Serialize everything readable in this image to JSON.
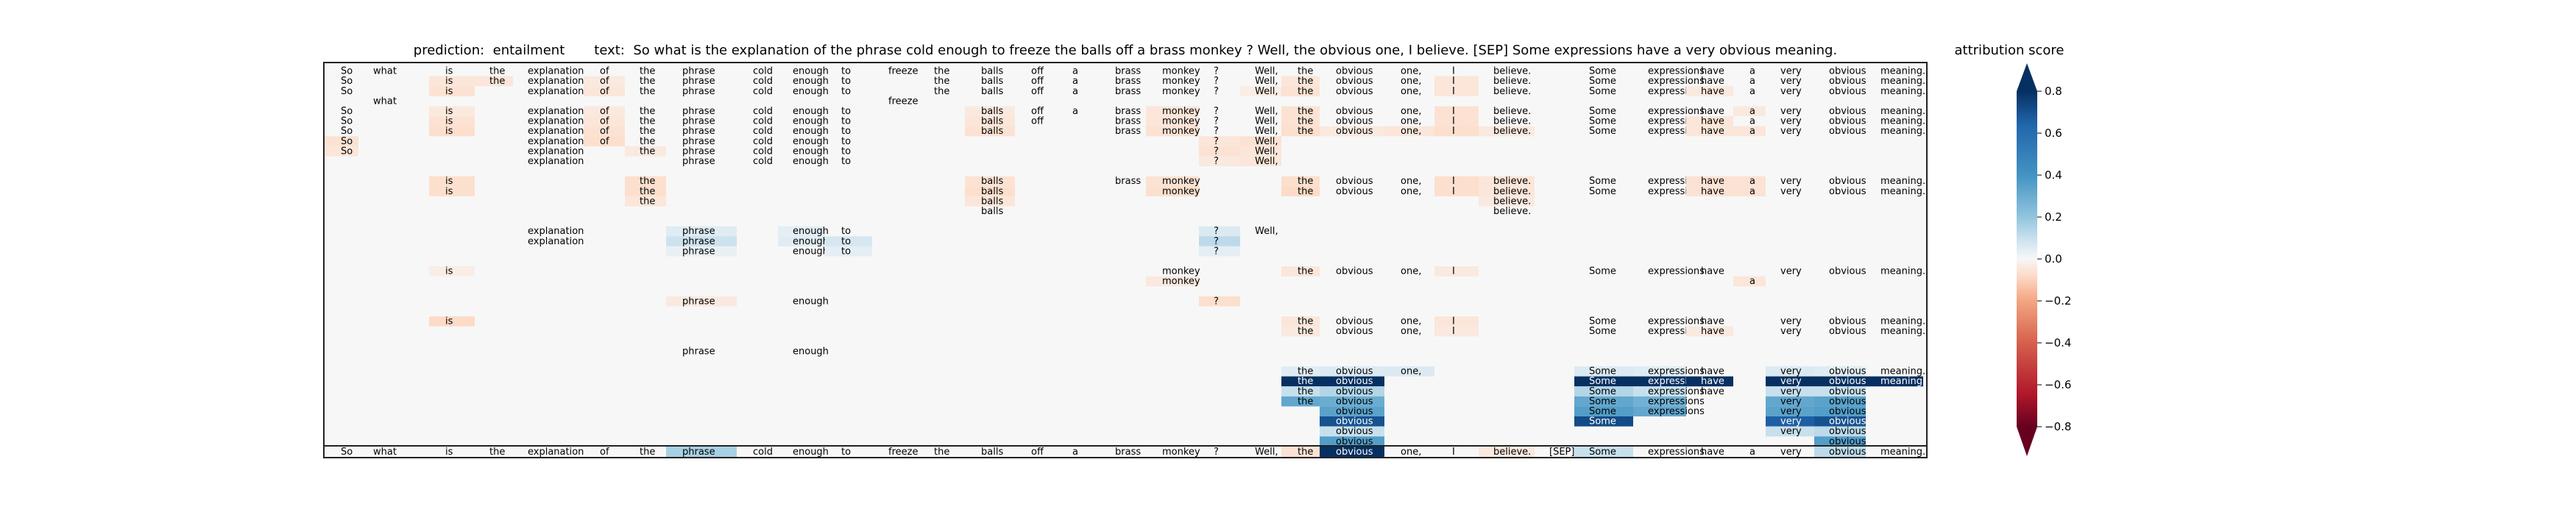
{
  "chart_data": {
    "type": "heatmap",
    "title_parts": {
      "prediction_label": "prediction:",
      "prediction_value": "entailment",
      "text_label": "text:",
      "text_value": "So what is the explanation of the phrase cold enough to freeze the balls off a brass monkey ? Well, the obvious one, I believe. [SEP] Some expressions have a very obvious meaning."
    },
    "tokens": [
      "So",
      "what",
      "is",
      "the",
      "explanation",
      "of",
      "the",
      "phrase",
      "cold",
      "enough",
      "to",
      "freeze",
      "the",
      "balls",
      "off",
      "a",
      "brass",
      "monkey",
      "?",
      "Well,",
      "the",
      "obvious",
      "one,",
      "I",
      "believe.",
      "[SEP]",
      "Some",
      "expressions",
      "have",
      "a",
      "very",
      "obvious",
      "meaning."
    ],
    "rows": [
      [
        0,
        1,
        2,
        3,
        4,
        5,
        6,
        7,
        8,
        9,
        10,
        11,
        12,
        13,
        14,
        15,
        16,
        17,
        18,
        19,
        20,
        21,
        22,
        23,
        24,
        26,
        27,
        28,
        29,
        30,
        31,
        32
      ],
      [
        0,
        2,
        3,
        4,
        5,
        6,
        7,
        8,
        9,
        10,
        12,
        13,
        14,
        15,
        16,
        17,
        18,
        19,
        20,
        21,
        22,
        23,
        24,
        26,
        27,
        28,
        29,
        30,
        31,
        32
      ],
      [
        0,
        2,
        4,
        5,
        6,
        7,
        8,
        9,
        10,
        12,
        13,
        14,
        15,
        16,
        17,
        18,
        19,
        20,
        21,
        22,
        23,
        24,
        26,
        27,
        28,
        29,
        30,
        31,
        32
      ],
      [
        1,
        11
      ],
      [
        0,
        2,
        4,
        5,
        6,
        7,
        8,
        9,
        10,
        13,
        14,
        15,
        16,
        17,
        18,
        19,
        20,
        21,
        22,
        23,
        24,
        26,
        27,
        28,
        29,
        30,
        31,
        32
      ],
      [
        0,
        2,
        4,
        5,
        6,
        7,
        8,
        9,
        10,
        13,
        14,
        16,
        17,
        18,
        19,
        20,
        21,
        22,
        23,
        24,
        26,
        27,
        28,
        29,
        30,
        31,
        32
      ],
      [
        0,
        2,
        4,
        5,
        6,
        7,
        8,
        9,
        10,
        13,
        16,
        17,
        18,
        19,
        20,
        21,
        22,
        23,
        24,
        26,
        27,
        28,
        29,
        30,
        31,
        32
      ],
      [
        0,
        4,
        5,
        6,
        7,
        8,
        9,
        10,
        18,
        19
      ],
      [
        0,
        4,
        6,
        7,
        8,
        9,
        10,
        18,
        19
      ],
      [
        4,
        7,
        8,
        9,
        10,
        18,
        19
      ],
      [],
      [
        2,
        6,
        13,
        16,
        17,
        20,
        21,
        22,
        23,
        24,
        26,
        27,
        28,
        29,
        30,
        31,
        32
      ],
      [
        2,
        6,
        13,
        17,
        20,
        21,
        22,
        23,
        24,
        26,
        27,
        28,
        29,
        30,
        31,
        32
      ],
      [
        6,
        13,
        24
      ],
      [
        13,
        24
      ],
      [],
      [
        4,
        7,
        9,
        10,
        18,
        19
      ],
      [
        4,
        7,
        9,
        10,
        18
      ],
      [
        7,
        9,
        10,
        18
      ],
      [],
      [
        2,
        17,
        20,
        21,
        22,
        23,
        26,
        27,
        28,
        30,
        31,
        32
      ],
      [
        17,
        29
      ],
      [],
      [
        7,
        9,
        18
      ],
      [],
      [
        2,
        20,
        21,
        22,
        23,
        26,
        27,
        28,
        30,
        31,
        32
      ],
      [
        20,
        21,
        22,
        23,
        26,
        27,
        28,
        30,
        31,
        32
      ],
      [],
      [
        7,
        9
      ],
      [],
      [
        20,
        21,
        22,
        26,
        27,
        28,
        30,
        31,
        32
      ],
      [
        20,
        21,
        26,
        27,
        28,
        30,
        31,
        32
      ],
      [
        20,
        21,
        26,
        27,
        28,
        30,
        31
      ],
      [
        20,
        21,
        26,
        27,
        30,
        31
      ],
      [
        21,
        26,
        27,
        30,
        31
      ],
      [
        21,
        26,
        30,
        31
      ],
      [
        21,
        30,
        31
      ],
      [
        21,
        31
      ],
      [],
      [
        0,
        1,
        2,
        3,
        4,
        5,
        6,
        7,
        8,
        9,
        10,
        11,
        12,
        13,
        14,
        15,
        16,
        17,
        18,
        19,
        20,
        21,
        22,
        23,
        24,
        25,
        26,
        27,
        28,
        29,
        30,
        31,
        32
      ]
    ],
    "cells": [
      [
        1,
        2,
        -0.05
      ],
      [
        1,
        3,
        -0.05
      ],
      [
        1,
        5,
        -0.04
      ],
      [
        1,
        20,
        -0.05
      ],
      [
        1,
        23,
        -0.05
      ],
      [
        2,
        2,
        -0.06
      ],
      [
        2,
        5,
        -0.05
      ],
      [
        2,
        19,
        -0.03
      ],
      [
        2,
        20,
        -0.06
      ],
      [
        2,
        23,
        -0.05
      ],
      [
        2,
        28,
        -0.04
      ],
      [
        4,
        2,
        -0.04
      ],
      [
        4,
        5,
        -0.04
      ],
      [
        4,
        13,
        -0.04
      ],
      [
        4,
        17,
        -0.05
      ],
      [
        4,
        20,
        -0.06
      ],
      [
        4,
        23,
        -0.06
      ],
      [
        4,
        29,
        -0.04
      ],
      [
        5,
        2,
        -0.06
      ],
      [
        5,
        5,
        -0.05
      ],
      [
        5,
        13,
        -0.05
      ],
      [
        5,
        17,
        -0.05
      ],
      [
        5,
        20,
        -0.06
      ],
      [
        5,
        23,
        -0.06
      ],
      [
        5,
        28,
        -0.05
      ],
      [
        6,
        2,
        -0.07
      ],
      [
        6,
        5,
        -0.06
      ],
      [
        6,
        13,
        -0.06
      ],
      [
        6,
        17,
        -0.06
      ],
      [
        6,
        20,
        -0.07
      ],
      [
        6,
        21,
        -0.04
      ],
      [
        6,
        22,
        -0.05
      ],
      [
        6,
        23,
        -0.07
      ],
      [
        6,
        24,
        -0.04
      ],
      [
        6,
        28,
        -0.05
      ],
      [
        6,
        29,
        -0.05
      ],
      [
        7,
        0,
        -0.06
      ],
      [
        7,
        5,
        -0.07
      ],
      [
        7,
        18,
        -0.05
      ],
      [
        7,
        19,
        -0.06
      ],
      [
        8,
        0,
        -0.05
      ],
      [
        8,
        6,
        -0.04
      ],
      [
        8,
        18,
        -0.06
      ],
      [
        8,
        19,
        -0.05
      ],
      [
        9,
        18,
        -0.04
      ],
      [
        9,
        19,
        -0.05
      ],
      [
        11,
        2,
        -0.07
      ],
      [
        11,
        6,
        -0.07
      ],
      [
        11,
        13,
        -0.06
      ],
      [
        11,
        17,
        -0.06
      ],
      [
        11,
        20,
        -0.07
      ],
      [
        11,
        23,
        -0.07
      ],
      [
        11,
        24,
        -0.05
      ],
      [
        11,
        28,
        -0.06
      ],
      [
        11,
        29,
        -0.06
      ],
      [
        12,
        2,
        -0.07
      ],
      [
        12,
        6,
        -0.07
      ],
      [
        12,
        13,
        -0.07
      ],
      [
        12,
        17,
        -0.07
      ],
      [
        12,
        20,
        -0.08
      ],
      [
        12,
        23,
        -0.07
      ],
      [
        12,
        24,
        -0.05
      ],
      [
        12,
        28,
        -0.06
      ],
      [
        12,
        29,
        -0.06
      ],
      [
        13,
        6,
        -0.05
      ],
      [
        13,
        13,
        -0.05
      ],
      [
        13,
        24,
        -0.04
      ],
      [
        16,
        7,
        0.05
      ],
      [
        16,
        9,
        0.04
      ],
      [
        16,
        18,
        0.06
      ],
      [
        17,
        7,
        0.09
      ],
      [
        17,
        9,
        0.05
      ],
      [
        17,
        10,
        0.07
      ],
      [
        17,
        18,
        0.12
      ],
      [
        18,
        7,
        0.03
      ],
      [
        18,
        10,
        0.04
      ],
      [
        18,
        18,
        0.04
      ],
      [
        20,
        2,
        -0.03
      ],
      [
        20,
        20,
        -0.05
      ],
      [
        20,
        23,
        -0.04
      ],
      [
        20,
        29,
        -0.04
      ],
      [
        21,
        17,
        -0.04
      ],
      [
        21,
        29,
        -0.05
      ],
      [
        23,
        7,
        -0.04
      ],
      [
        23,
        18,
        -0.07
      ],
      [
        25,
        2,
        -0.08
      ],
      [
        25,
        20,
        -0.05
      ],
      [
        25,
        23,
        -0.05
      ],
      [
        26,
        20,
        -0.04
      ],
      [
        26,
        23,
        -0.04
      ],
      [
        26,
        28,
        -0.04
      ],
      [
        30,
        20,
        0.05
      ],
      [
        30,
        21,
        0.06
      ],
      [
        30,
        22,
        0.06
      ],
      [
        30,
        26,
        0.06
      ],
      [
        30,
        27,
        0.05
      ],
      [
        30,
        30,
        0.06
      ],
      [
        30,
        31,
        0.05
      ],
      [
        31,
        20,
        0.88
      ],
      [
        31,
        21,
        0.9
      ],
      [
        31,
        26,
        0.9
      ],
      [
        31,
        27,
        0.92
      ],
      [
        31,
        28,
        0.88
      ],
      [
        31,
        30,
        0.88
      ],
      [
        31,
        31,
        0.86
      ],
      [
        31,
        32,
        0.84
      ],
      [
        32,
        20,
        0.1
      ],
      [
        32,
        21,
        0.14
      ],
      [
        32,
        26,
        0.14
      ],
      [
        32,
        27,
        0.1
      ],
      [
        32,
        30,
        0.1
      ],
      [
        32,
        31,
        0.1
      ],
      [
        33,
        20,
        0.32
      ],
      [
        33,
        21,
        0.3
      ],
      [
        33,
        26,
        0.32
      ],
      [
        33,
        27,
        0.28
      ],
      [
        33,
        30,
        0.32
      ],
      [
        33,
        31,
        0.34
      ],
      [
        34,
        21,
        0.34
      ],
      [
        34,
        26,
        0.36
      ],
      [
        34,
        27,
        0.32
      ],
      [
        34,
        30,
        0.34
      ],
      [
        34,
        31,
        0.36
      ],
      [
        35,
        21,
        0.7
      ],
      [
        35,
        26,
        0.72
      ],
      [
        35,
        30,
        0.66
      ],
      [
        35,
        31,
        0.7
      ],
      [
        36,
        21,
        0.1
      ],
      [
        36,
        30,
        0.1
      ],
      [
        36,
        31,
        0.12
      ],
      [
        37,
        21,
        0.36
      ],
      [
        37,
        31,
        0.36
      ],
      [
        38,
        20,
        0.05
      ],
      [
        38,
        21,
        0.04
      ],
      [
        39,
        7,
        0.16
      ],
      [
        39,
        20,
        -0.06
      ],
      [
        39,
        21,
        0.88
      ],
      [
        39,
        24,
        -0.04
      ],
      [
        39,
        26,
        0.1
      ],
      [
        39,
        31,
        0.12
      ]
    ],
    "colorbar": {
      "title": "attribution score",
      "ticks": [
        "0.8",
        "0.6",
        "0.4",
        "0.2",
        "0.0",
        "−0.2",
        "−0.4",
        "−0.6",
        "−0.8"
      ],
      "range": [
        -0.8,
        0.8
      ]
    }
  }
}
